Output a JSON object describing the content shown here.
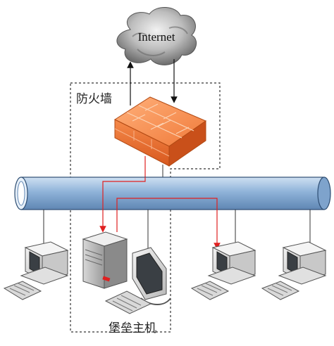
{
  "diagram": {
    "internet_label": "Internet",
    "firewall_label": "防火墙",
    "bastion_label": "堡垒主机",
    "colors": {
      "cloud": "#8a8a8a",
      "firewall": "#f07a3a",
      "network_bus": "#8fb3d9",
      "traffic_line": "#e02020",
      "boundary": "#333333"
    },
    "icons": [
      "cloud-icon",
      "firewall-icon",
      "network-bus",
      "server-icon",
      "workstation-icon",
      "workstation-icon",
      "workstation-icon"
    ]
  }
}
